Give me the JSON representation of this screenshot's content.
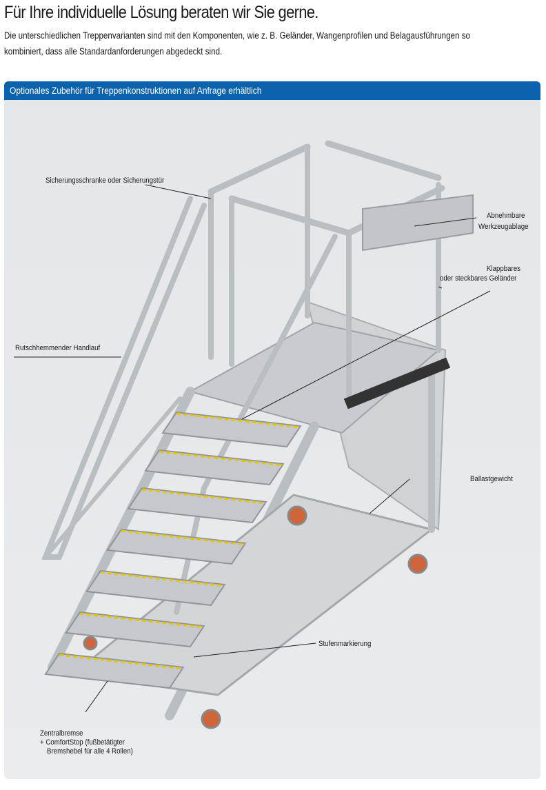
{
  "heading": "Für Ihre individuelle Lösung beraten wir Sie gerne.",
  "intro": "Die unterschiedlichen Treppenvarianten sind mit den Komponenten, wie z. B. Geländer, Wangenprofilen und Belagausführungen so kombiniert, dass alle Standardanforderungen abgedeckt sind.",
  "panel": {
    "title": "Optionales Zubehör für Treppenkonstruktionen auf Anfrage erhältlich",
    "accent": "#0b62ad",
    "labels": {
      "sicherung": "Sicherungsschranke oder Sicherungstür",
      "werkzeug_1": "Abnehmbare",
      "werkzeug_2": "Werkzeugablage",
      "klapp_1": "Klappbares",
      "klapp_2": "oder steckbares Geländer",
      "handlauf": "Rutschhemmender Handlauf",
      "ballast": "Ballastgewicht",
      "stufen": "Stufenmarkierung",
      "bremse_1": "Zentralbremse",
      "bremse_2": "+ ComfortStop (fußbetätigter",
      "bremse_3": "Bremshebel für alle 4 Rollen)"
    }
  }
}
